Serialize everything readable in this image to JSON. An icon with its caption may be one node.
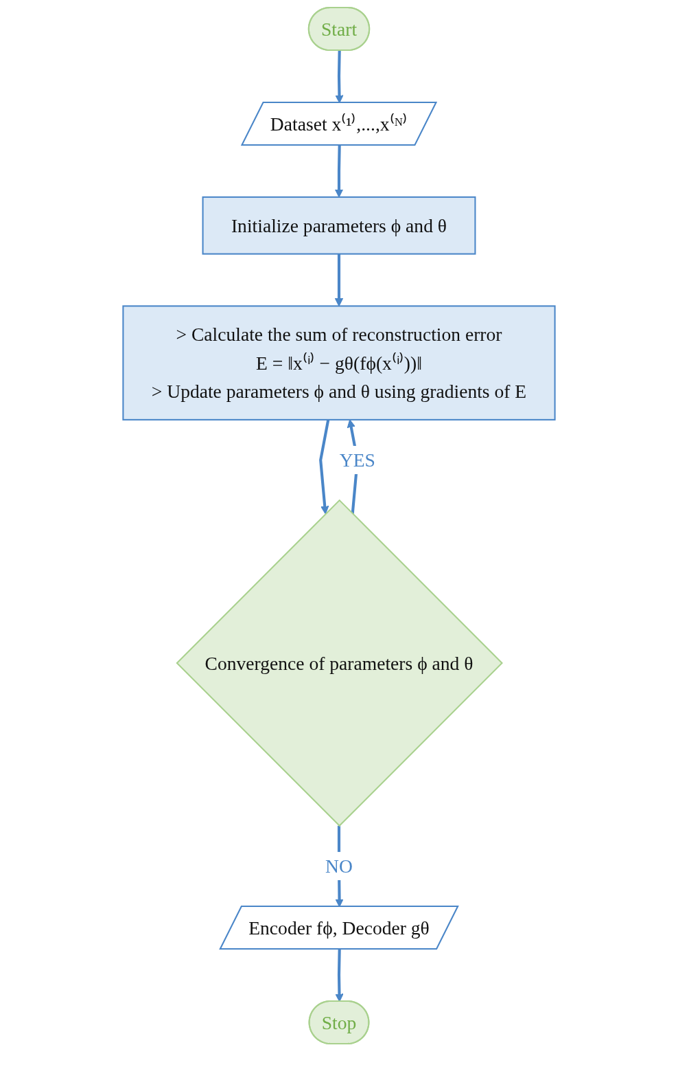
{
  "diagram": {
    "nodes": [
      {
        "text": [
          "Start"
        ]
      },
      {
        "text": [
          "Dataset x⁽¹⁾,...,x⁽ᴺ⁾"
        ]
      },
      {
        "text": [
          "Initialize parameters ϕ and θ"
        ]
      },
      {
        "text": [
          "> Calculate the sum of reconstruction error",
          "E = ‖x⁽ⁱ⁾ − gθ(fϕ(x⁽ⁱ⁾))‖",
          "> Update parameters ϕ and θ using gradients of E"
        ]
      },
      {
        "text": [
          "Convergence of parameters ϕ and θ"
        ]
      },
      {
        "text": [
          "Encoder fϕ, Decoder gθ"
        ]
      },
      {
        "text": [
          "Stop"
        ]
      }
    ],
    "edges": [
      {
        "from": 0,
        "to": 1,
        "arrow": "to"
      },
      {
        "from": 1,
        "to": 2,
        "arrow": "to"
      },
      {
        "from": 2,
        "to": 3,
        "arrow": "to"
      },
      {
        "from": 3,
        "to": 4,
        "arrow": "to"
      },
      {
        "from": 4,
        "to": 3,
        "arrow": "to",
        "label": "YES"
      },
      {
        "from": 4,
        "to": 5,
        "arrow": "to",
        "label": "NO"
      },
      {
        "from": 5,
        "to": 6,
        "arrow": "to"
      }
    ]
  }
}
